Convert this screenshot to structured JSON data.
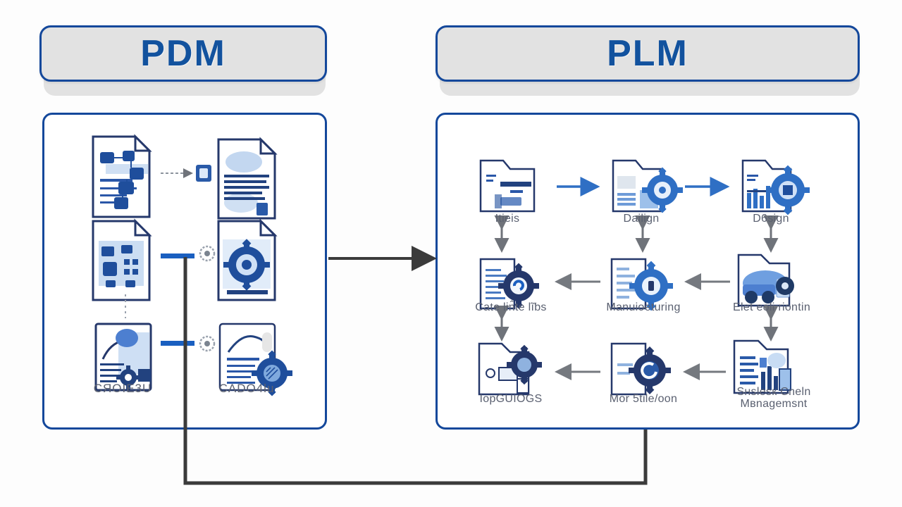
{
  "diagram": {
    "title_left": "PDM",
    "title_right": "PLM",
    "accent_border": "#14489b",
    "header_fill": "#e2e2e2",
    "title_color": "#12529e",
    "arrow_color": "#3b3b3b",
    "icon_blue": "#1f4e9c",
    "icon_light_blue": "#a9c6ea"
  },
  "pdm": {
    "label": "PDM",
    "nodes": [
      {
        "id": "pdm-r1c1",
        "caption": "",
        "icon": "document-network-icon"
      },
      {
        "id": "pdm-r1c2",
        "caption": "",
        "icon": "document-data-icon"
      },
      {
        "id": "pdm-r2c1",
        "caption": "",
        "icon": "document-assembly-icon"
      },
      {
        "id": "pdm-r2c2",
        "caption": "",
        "icon": "document-gear-icon"
      },
      {
        "id": "pdm-r3c1",
        "caption": "CЯOIE3U",
        "icon": "document-gear-flow-icon"
      },
      {
        "id": "pdm-r3c2",
        "caption": "CΛDO4lu",
        "icon": "document-cad-gear-icon"
      }
    ]
  },
  "plm": {
    "label": "PLM",
    "nodes": [
      {
        "id": "plm-r1c1",
        "caption": "Itieis",
        "icon": "folder-idea-icon"
      },
      {
        "id": "plm-r1c2",
        "caption": "Dailign",
        "icon": "folder-gear-chart-icon"
      },
      {
        "id": "plm-r1c3",
        "caption": "D6sign",
        "icon": "folder-gear-factory-icon"
      },
      {
        "id": "plm-r2c1",
        "caption": "Cate lin̂te lĩƅs",
        "icon": "document-gear-list-icon"
      },
      {
        "id": "plm-r2c2",
        "caption": "Manuioeturing",
        "icon": "document-gear-manufacturing-icon"
      },
      {
        "id": "plm-r2c3",
        "caption": "Elet eoli riontin",
        "icon": "folder-truck-icon"
      },
      {
        "id": "plm-r3c1",
        "caption": "IopGUIOGS",
        "icon": "folder-gear-ops-icon"
      },
      {
        "id": "plm-r3c2",
        "caption": "Mor 5tile/oon",
        "icon": "folder-gear-clock-icon"
      },
      {
        "id": "plm-r3c3",
        "caption": "Sнslеsк Cneln\nMвnagemsnt",
        "icon": "folder-chart-supply-icon"
      }
    ]
  },
  "connectors": {
    "pdm_to_plm": "arrow-right",
    "feedback_loop": "plm-to-pdm-feedback",
    "row_links": "horizontal-arrow",
    "column_links": "double-headed-vertical-arrow"
  }
}
